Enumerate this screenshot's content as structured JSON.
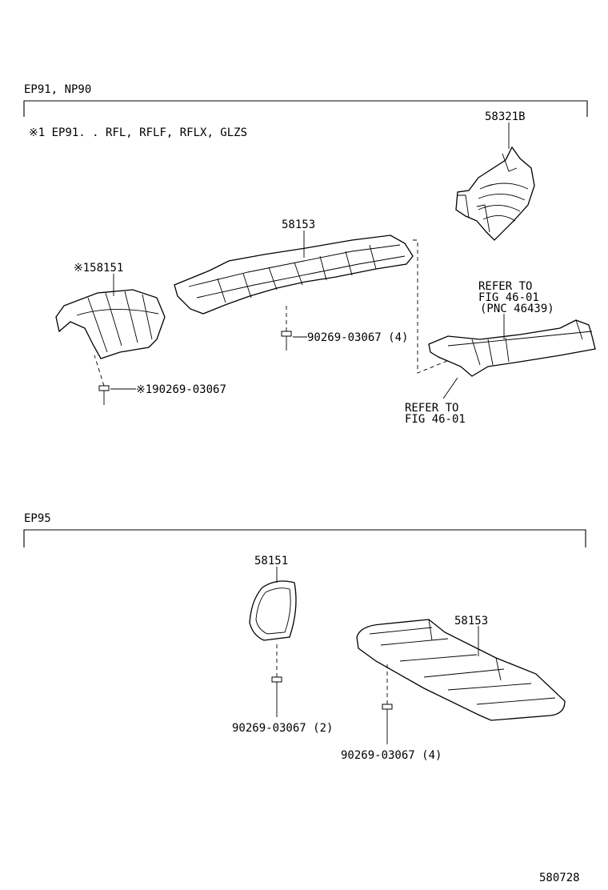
{
  "sections": {
    "top": {
      "title": "EP91, NP90",
      "note": "※1 EP91. . RFL, RFLF, RFLX, GLZS",
      "labels": {
        "p58321b": "58321B",
        "p58153": "58153",
        "p58151": "※158151",
        "bolt_center": "90269-03067 (4)",
        "bolt_left": "※190269-03067",
        "refer1_line1": "REFER TO",
        "refer1_line2": "FIG 46-01",
        "refer1_line3": "(PNC 46439)",
        "refer2_line1": "REFER TO",
        "refer2_line2": "FIG 46-01"
      }
    },
    "bottom": {
      "title": "EP95",
      "labels": {
        "p58151": "58151",
        "p58153": "58153",
        "bolt_left": "90269-03067 (2)",
        "bolt_right": "90269-03067 (4)"
      }
    }
  },
  "footer": {
    "diagram_id": "580728"
  }
}
